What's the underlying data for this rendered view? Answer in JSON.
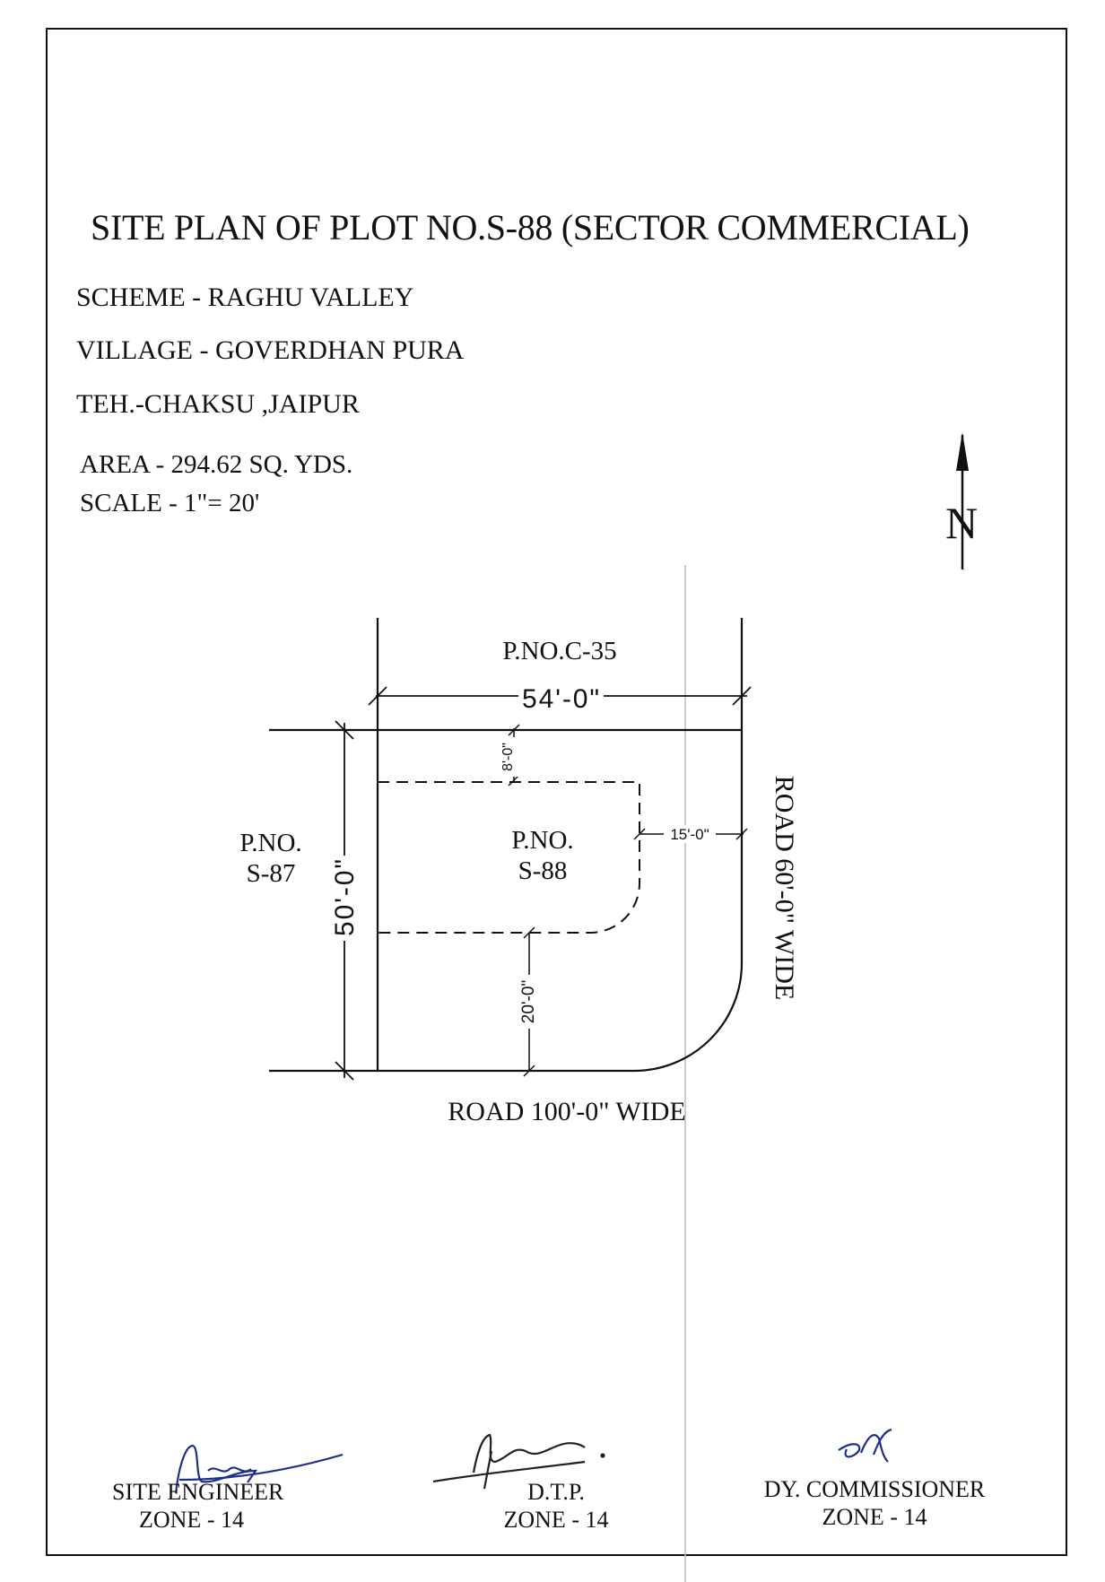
{
  "title": "SITE PLAN OF PLOT NO.S-88 (SECTOR COMMERCIAL)",
  "details": {
    "scheme": "SCHEME - RAGHU VALLEY",
    "village": "VILLAGE  - GOVERDHAN PURA",
    "tehsil": "TEH.-CHAKSU ,JAIPUR",
    "area": "AREA  - 294.62 SQ. YDS.",
    "scale": "SCALE -  1\"= 20'"
  },
  "north_arrow": {
    "label": "N",
    "icon": "north-arrow-icon"
  },
  "plan": {
    "north_neighbor": "P.NO.C-35",
    "west_neighbor_line1": "P.NO.",
    "west_neighbor_line2": "S-87",
    "plot_line1": "P.NO.",
    "plot_line2": "S-88",
    "east_road": "ROAD 60'-0\" WIDE",
    "south_road": "ROAD 100'-0\" WIDE",
    "width_dim": "54'-0\"",
    "depth_dim": "50'-0\"",
    "front_setback": "8'-0\"",
    "side_setback": "15'-0\"",
    "rear_setback": "20'-0\""
  },
  "signatures": [
    {
      "line1": "SITE ENGINEER",
      "line2": "ZONE - 14"
    },
    {
      "line1": "D.T.P.",
      "line2": "ZONE - 14"
    },
    {
      "line1": "DY. COMMISSIONER",
      "line2": "ZONE - 14"
    }
  ]
}
